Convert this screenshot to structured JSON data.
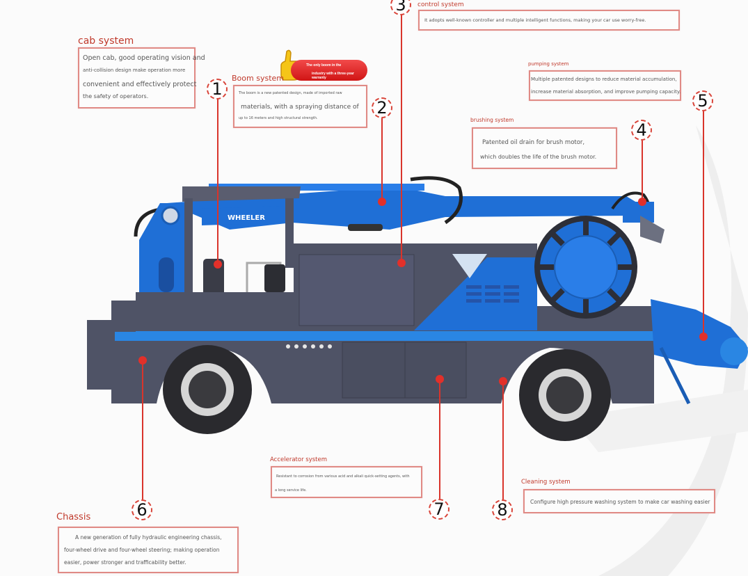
{
  "diagram": {
    "vehicle_label": "WHEELER",
    "badge": {
      "line1": "The only boom in the",
      "line2": "industry with a three-year warranty",
      "icon": "thumbs-up-icon"
    },
    "callouts": [
      {
        "number": "1",
        "title": "cab system",
        "lines": [
          "Open cab, good operating vision and",
          "anti-collision design make operation more",
          "convenient and effectively protect",
          "the safety of operators."
        ]
      },
      {
        "number": "2",
        "title": "Boom system",
        "lines": [
          "The boom is a new patented design, made of imported raw",
          "materials, with a spraying distance of",
          "up to 16 meters and high structural strength."
        ]
      },
      {
        "number": "3",
        "title": "control system",
        "lines": [
          "It adopts well-known controller and multiple intelligent functions, making your car use worry-free."
        ]
      },
      {
        "number": "4",
        "title": "brushing system",
        "lines": [
          "Patented oil drain for brush motor,",
          "which doubles the life of the brush motor."
        ]
      },
      {
        "number": "5",
        "title": "pumping system",
        "lines": [
          "Multiple patented designs to reduce material accumulation,",
          "increase material absorption, and improve pumping capacity."
        ]
      },
      {
        "number": "6",
        "title": "Chassis",
        "lines": [
          "A new generation of fully hydraulic engineering chassis,",
          "four-wheel drive and four-wheel steering; making operation",
          "easier, power stronger and trafficability better."
        ]
      },
      {
        "number": "7",
        "title": "Accelerator system",
        "lines": [
          "Resistant to corrosion from various acid and alkali quick-setting agents, with",
          "a long service life."
        ]
      },
      {
        "number": "8",
        "title": "Cleaning system",
        "lines": [
          "Configure high pressure washing system to make car washing easier"
        ]
      }
    ]
  },
  "colors": {
    "accent_red": "#d9342b",
    "title_red": "#c0392b",
    "truck_blue": "#1f6fd6",
    "truck_gray": "#4f5366"
  }
}
